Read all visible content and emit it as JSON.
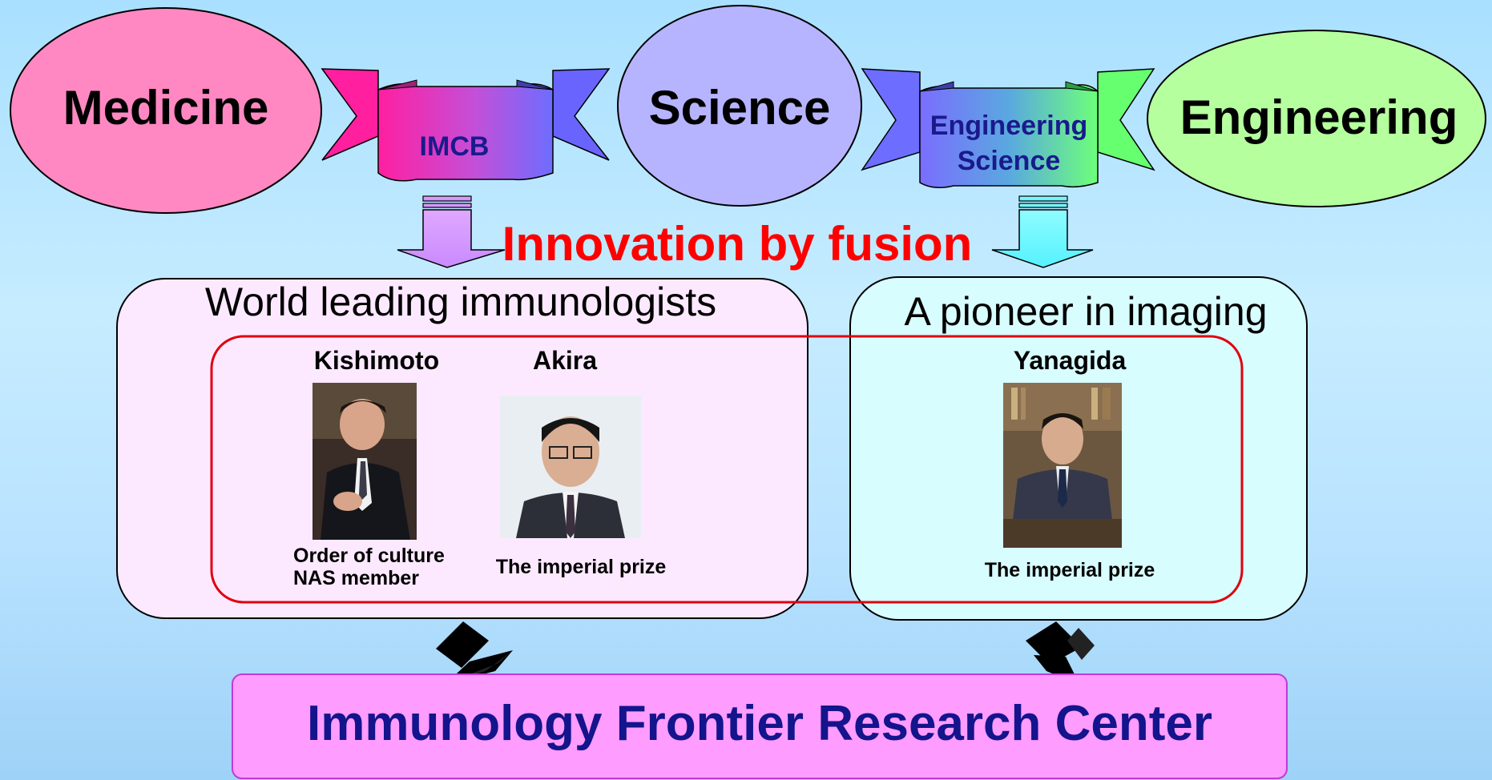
{
  "ellipses": {
    "medicine": "Medicine",
    "science": "Science",
    "engineering": "Engineering"
  },
  "ribbons": {
    "left": "IMCB",
    "right_line1": "Engineering",
    "right_line2": "Science"
  },
  "headline": "Innovation by fusion",
  "left_box": {
    "title": "World leading immunologists",
    "people": [
      {
        "name": "Kishimoto",
        "award_line1": "Order of culture",
        "award_line2": "NAS member"
      },
      {
        "name": "Akira",
        "award_line1": "The imperial prize"
      }
    ]
  },
  "right_box": {
    "title": "A pioneer in imaging",
    "people": [
      {
        "name": "Yanagida",
        "award_line1": "The imperial prize"
      }
    ]
  },
  "footer": "Immunology Frontier Research Center",
  "colors": {
    "medicine": "#ff88c2",
    "science": "#b7b4ff",
    "engineering": "#b5ff9f",
    "headline": "#ff0000",
    "footer_text": "#14148c",
    "footer_bg": "#ff9cff",
    "left_box_bg": "#fde9ff",
    "right_box_bg": "#d8fdff",
    "fusion_outline": "#e0000e"
  }
}
